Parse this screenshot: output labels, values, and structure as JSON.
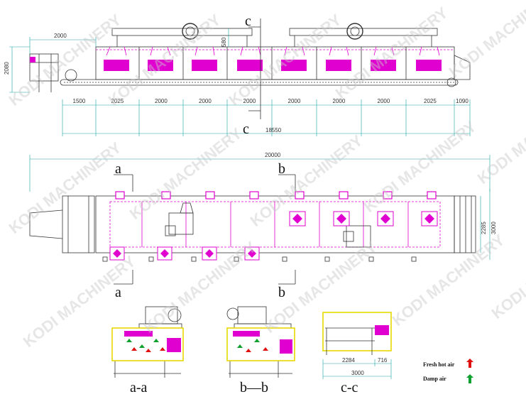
{
  "colors": {
    "line": "#333333",
    "dimension": "#1aa3a3",
    "magenta": "#e000d0",
    "frame": "#e8d800",
    "hot_air": "#e01010",
    "damp_air": "#10a030",
    "watermark": "#c8c8c8"
  },
  "watermark": {
    "text": "KODI MACHINERY"
  },
  "top_view": {
    "overall_width": "2000",
    "height": "2080",
    "fan_height": "580",
    "section_label_top": "c",
    "section_label_bottom": "c",
    "segments": [
      "1500",
      "2025",
      "2000",
      "2000",
      "2000",
      "2000",
      "2000",
      "2000",
      "2025",
      "1090"
    ],
    "overall_length": "18550"
  },
  "plan_view": {
    "overall_length": "20000",
    "width_inner": "2285",
    "width_outer": "3000",
    "section_a_top": "a",
    "section_a_bottom": "a",
    "section_b_top": "b",
    "section_b_bottom": "b"
  },
  "sections": {
    "aa_label": "a-a",
    "bb_label": "b—b",
    "cc_label": "c-c",
    "cc_dim_main": "2284",
    "cc_dim_side": "716",
    "cc_dim_total": "3000"
  },
  "legend": {
    "hot_air_label": "Fresh hot air",
    "damp_air_label": "Damp air"
  }
}
